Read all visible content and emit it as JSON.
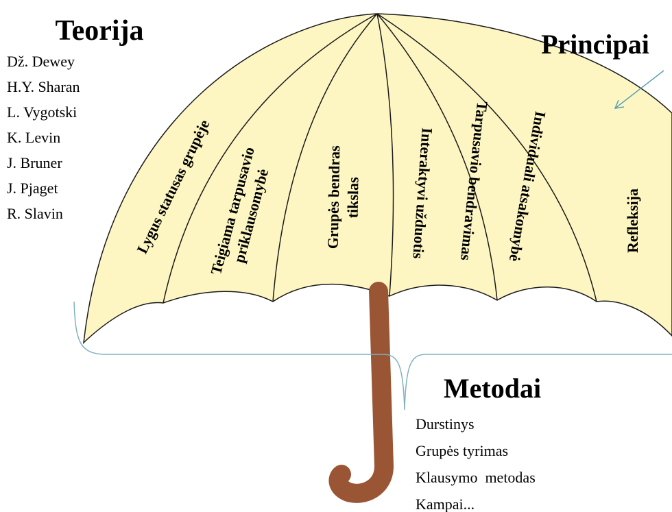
{
  "colors": {
    "canopy_fill": "#fdf6c3",
    "line": "#1a1a1a",
    "handle": "#9a5535",
    "bracket": "#7fb2be",
    "arrow": "#5aa1b3"
  },
  "theory": {
    "title": "Teorija",
    "items": [
      "Dž. Dewey",
      "H.Y. Sharan",
      "L. Vygotski",
      "K. Levin",
      "J. Bruner",
      "J. Pjaget",
      "R. Slavin"
    ]
  },
  "principles": {
    "title": "Principai",
    "panels": [
      {
        "lines": [
          "Lygus statusas grupėje"
        ]
      },
      {
        "lines": [
          "Teigiama tarpusavio",
          "priklausomybė"
        ]
      },
      {
        "lines": [
          "Grupės bendras",
          "tikslas"
        ]
      },
      {
        "lines": [
          "Interaktyvi užduotis"
        ]
      },
      {
        "lines": [
          "Tarpusavio bendravimas"
        ]
      },
      {
        "lines": [
          "Individuali atsakomybė"
        ]
      },
      {
        "lines": [
          "Refleksija"
        ]
      }
    ]
  },
  "methods": {
    "title": "Metodai",
    "items": [
      "Durstinys",
      "Grupės tyrimas",
      "Klausymo  metodas",
      "Kampai..."
    ]
  }
}
